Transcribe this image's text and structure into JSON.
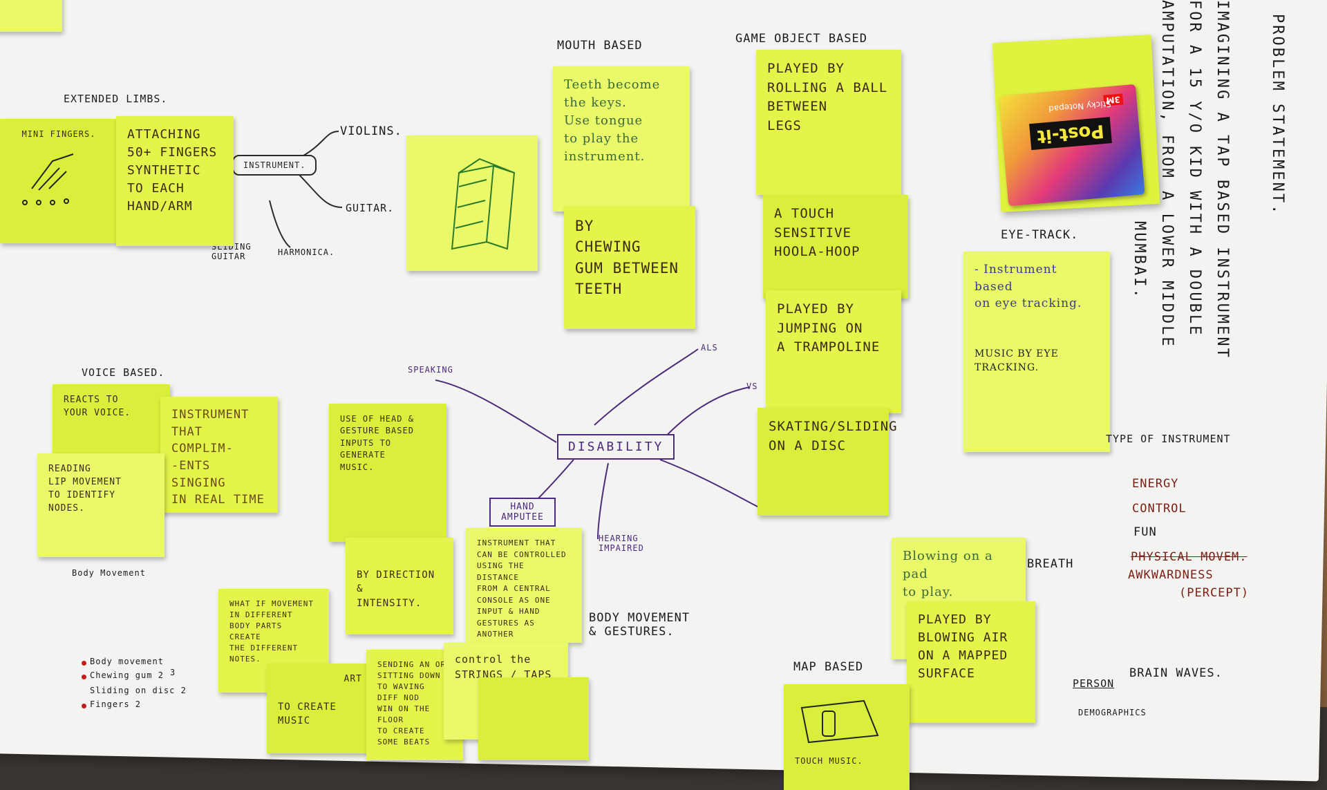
{
  "headings": {
    "extended_limbs": "EXTENDED LIMBS.",
    "mouth_based": "MOUTH BASED",
    "game_object_based": "GAME OBJECT BASED",
    "eye_track": "EYE-TRACK.",
    "voice_based": "VOICE BASED.",
    "map_based": "MAP BASED",
    "breath": "BREATH",
    "brain_waves": "BRAIN WAVES.",
    "body_movement_gestures": "BODY MOVEMENT & GESTURES."
  },
  "mindmap": {
    "center": "DISABILITY",
    "hand_amputee": "HAND AMPUTEE",
    "speaking": "SPEAKING",
    "als": "ALS",
    "hearing_impaired": "HEARING IMPAIRED",
    "vs": "VS",
    "instrument_box": "INSTRUMENT.",
    "violins": "VIOLINS.",
    "guitar": "GUITAR.",
    "harmonica": "HARMONICA.",
    "sliding_guitar": "SLIDING GUITAR"
  },
  "notes": {
    "mini_fingers": "MINI FINGERS.",
    "attaching": "ATTACHING\n50+ FINGERS\nSYNTHETIC\nTO EACH\nHAND/ARM",
    "teeth_keys": "Teeth become\nthe keys.\nUse tongue\nto play the\ninstrument.",
    "chewing_gum": "BY\nCHEWING\nGUM BETWEEN\nTEETH",
    "rolling_ball": "PLAYED BY\nROLLING A BALL\nBETWEEN\nLEGS",
    "hoola_hoop": "A TOUCH\nSENSITIVE\nHOOLA-HOOP",
    "trampoline": "PLAYED BY\nJUMPING ON\nA TRAMPOLINE",
    "skating": "SKATING/SLIDING\nON A DISC",
    "eye_tracking": "- Instrument based\non eye tracking.",
    "music_eye": "MUSIC BY EYE\nTRACKING.",
    "reacts_voice": "REACTS TO\nYOUR VOICE.",
    "compliments_singing": "INSTRUMENT\nTHAT COMPLIM-\n-ENTS SINGING\nIN REAL TIME",
    "lip_movement": "READING\nLIP MOVEMENT\nTO IDENTIFY NODES.",
    "head_gesture": "USE OF HEAD &\nGESTURE BASED\nINPUTS TO GENERATE\nMUSIC.",
    "direction_intensity": "BY DIRECTION &\nINTENSITY.",
    "distance_console": "INSTRUMENT THAT\nCAN BE CONTROLLED\nUSING THE DISTANCE\nFROM A CENTRAL\nCONSOLE AS ONE\nINPUT & HAND\nGESTURES AS ANOTHER",
    "body_parts": "WHAT IF MOVEMENT\nIN DIFFERENT\nBODY PARTS CREATE\nTHE DIFFERENT\nNOTES.",
    "control_strings": "control the\nSTRINGS / TAPS",
    "create_music": "TO CREATE MUSIC",
    "art": "ART",
    "sending_orb": "SENDING AN ORB\nSITTING DOWN\nTO WAVING\nDIFF NOD\nWIN ON THE FLOOR\nTO CREATE\nSOME BEATS",
    "blowing_pad": "Blowing on a pad\nto play.",
    "blowing_air": "PLAYED BY\nBLOWING AIR\nON A MAPPED\nSURFACE",
    "touch_music": "TOUCH   MUSIC."
  },
  "problem_statement": {
    "title": "PROBLEM STATEMENT.",
    "lines": [
      "IMAGINING A TAP BASED INSTRUMENT",
      "FOR A 15 Y/O KID WITH A DOUBLE",
      "AMPUTATION, FROM A LOWER MIDDLE",
      "MUMBAI."
    ]
  },
  "type_of_instrument": {
    "label": "TYPE OF INSTRUMENT",
    "items": [
      "ENERGY",
      "CONTROL",
      "FUN",
      "PHYSICAL MOVEM.",
      "AWKWARDNESS",
      "(PERCEPT)"
    ]
  },
  "person": {
    "label": "PERSON",
    "item": "DEMOGRAPHICS"
  },
  "tally": {
    "items": [
      {
        "label": "Body movement",
        "count": ""
      },
      {
        "label": "Chewing gum 2",
        "count": "3"
      },
      {
        "label": "Sliding on disc 2",
        "count": ""
      },
      {
        "label": "Fingers 2",
        "count": ""
      }
    ]
  },
  "small_labels": {
    "body_movement": "Body Movement"
  },
  "postit_pad": {
    "brand": "Post-it",
    "product": "Sticky Notepad",
    "maker": "3M"
  },
  "colors": {
    "note": "#e3f54a",
    "paper": "#f3f3f1",
    "ink_purple": "#4a2a7a",
    "ink_maroon": "#7a1f14"
  }
}
